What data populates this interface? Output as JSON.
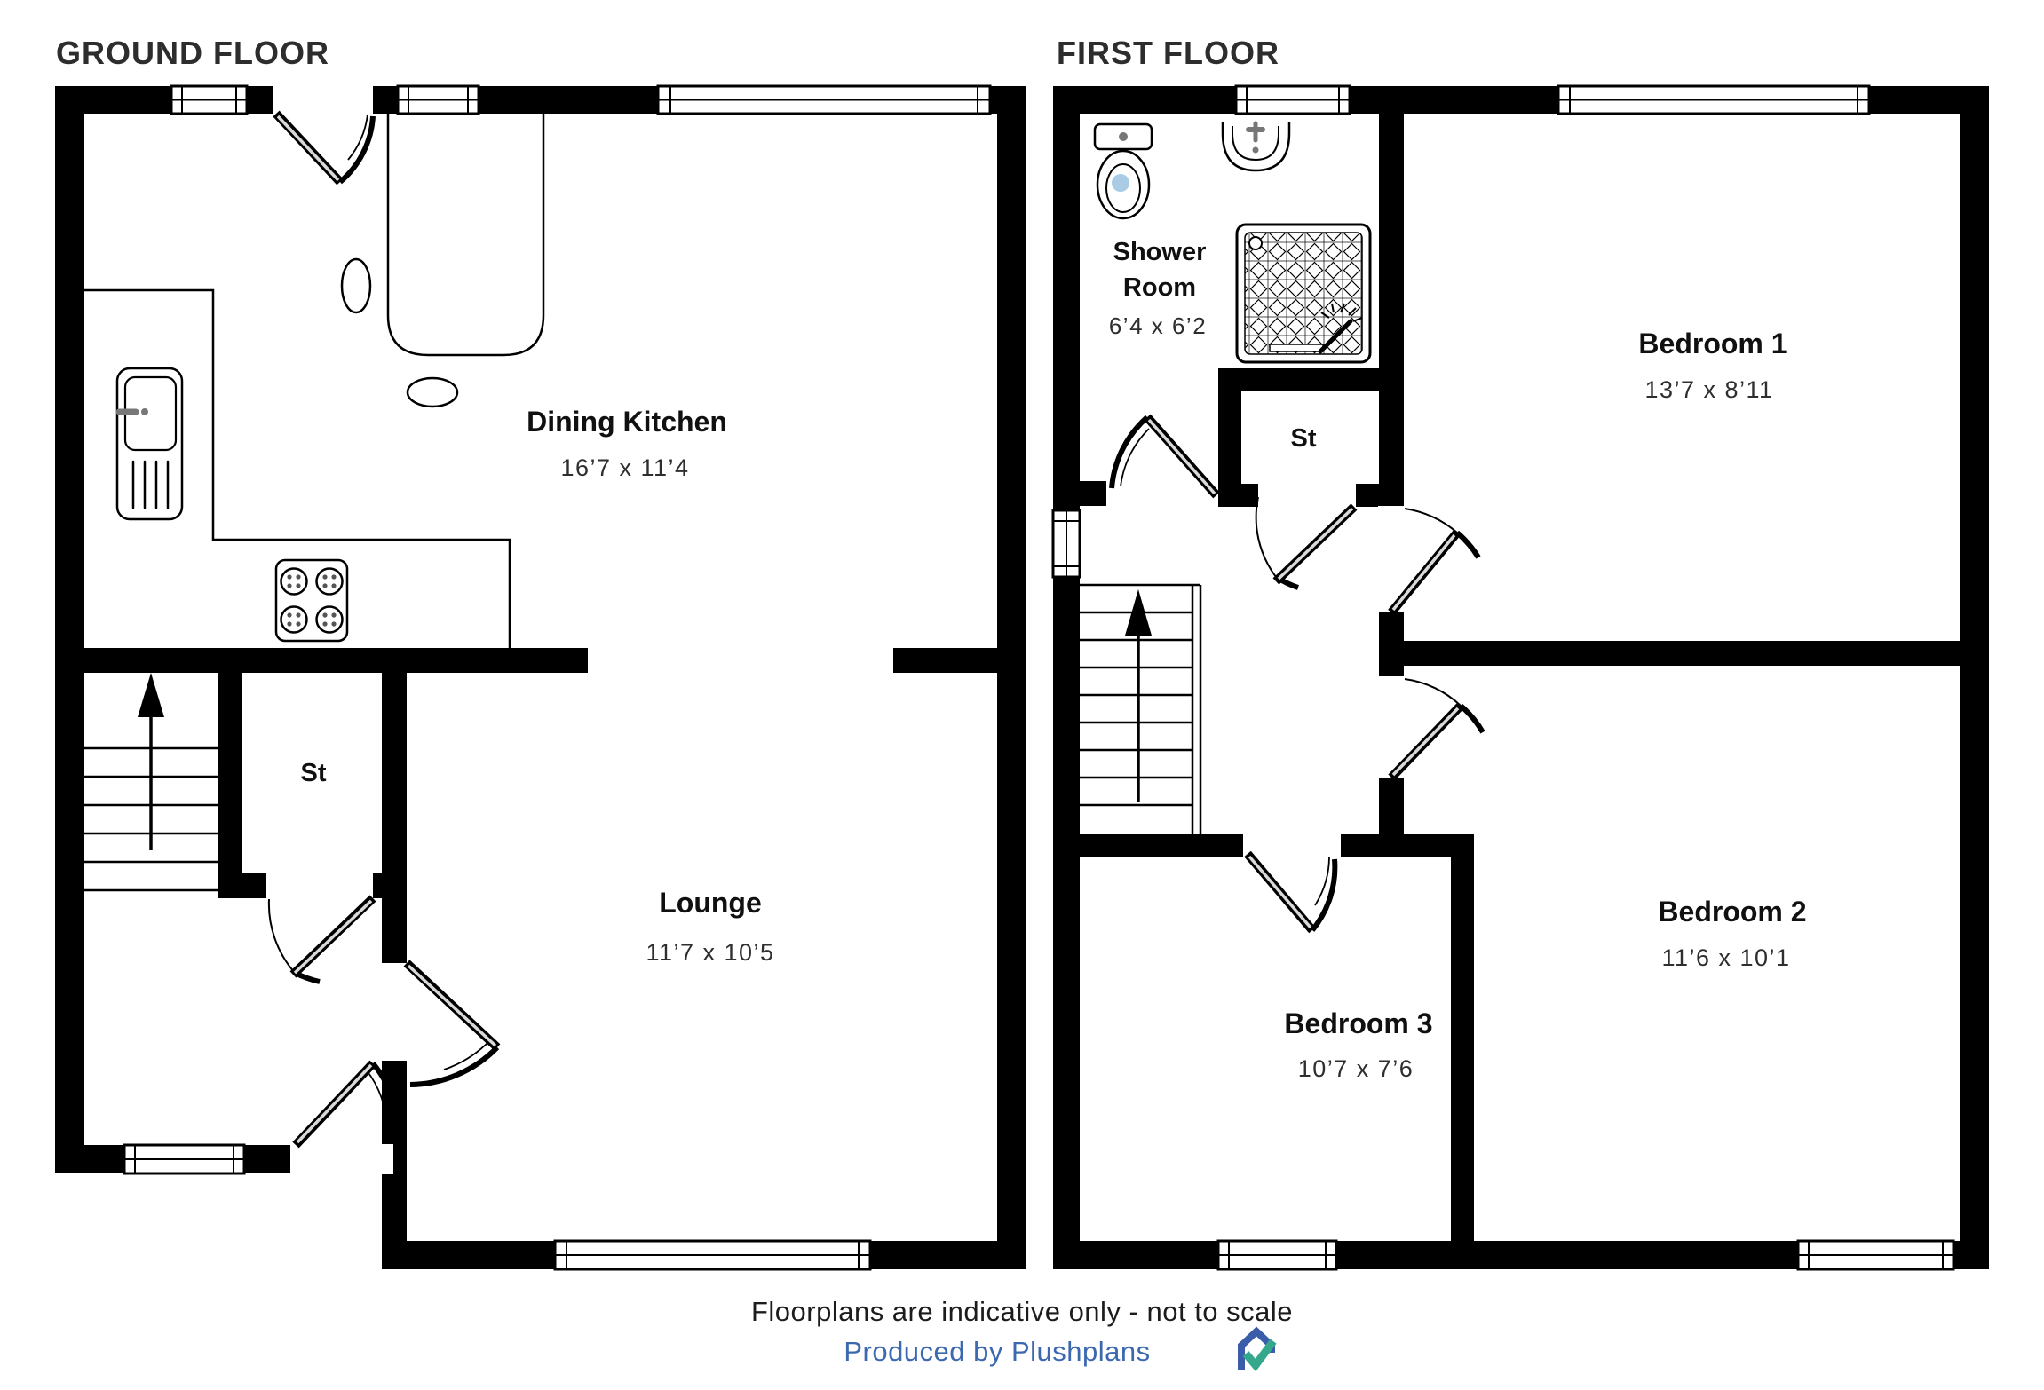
{
  "colors": {
    "wall": "#000000",
    "title_text": "#2d2d2d",
    "room_label": "#101010",
    "dims_text": "#2e2e2e",
    "door_leaf_core": "#d9d9d9",
    "fixture_gray": "#777777",
    "toilet_water_blue": "#a9cce4",
    "brand_blue": "#3c68b0",
    "logo_blue": "#3b5ca8",
    "logo_green": "#35a78c"
  },
  "ground_floor": {
    "title": "GROUND FLOOR",
    "rooms": [
      {
        "name": "Dining Kitchen",
        "dims": "16’7 x 11’4"
      },
      {
        "name": "Lounge",
        "dims": "11’7 x 10’5"
      },
      {
        "name": "St"
      }
    ],
    "fixtures": [
      "kitchen-sink",
      "hob",
      "worktop",
      "stairs-up",
      "dining-table",
      "chairs"
    ]
  },
  "first_floor": {
    "title": "FIRST FLOOR",
    "rooms": [
      {
        "name_lines": [
          "Shower",
          "Room"
        ],
        "dims": "6’4 x 6’2"
      },
      {
        "name": "St"
      },
      {
        "name": "Bedroom 1",
        "dims": "13’7 x 8’11"
      },
      {
        "name": "Bedroom 2",
        "dims": "11’6 x 10’1"
      },
      {
        "name": "Bedroom 3",
        "dims": "10’7 x 7’6"
      }
    ],
    "fixtures": [
      "toilet",
      "basin",
      "shower-tray",
      "stairs-up"
    ]
  },
  "footer": {
    "disclaimer": "Floorplans are indicative only - not to scale",
    "produced_by": "Produced by Plushplans"
  }
}
